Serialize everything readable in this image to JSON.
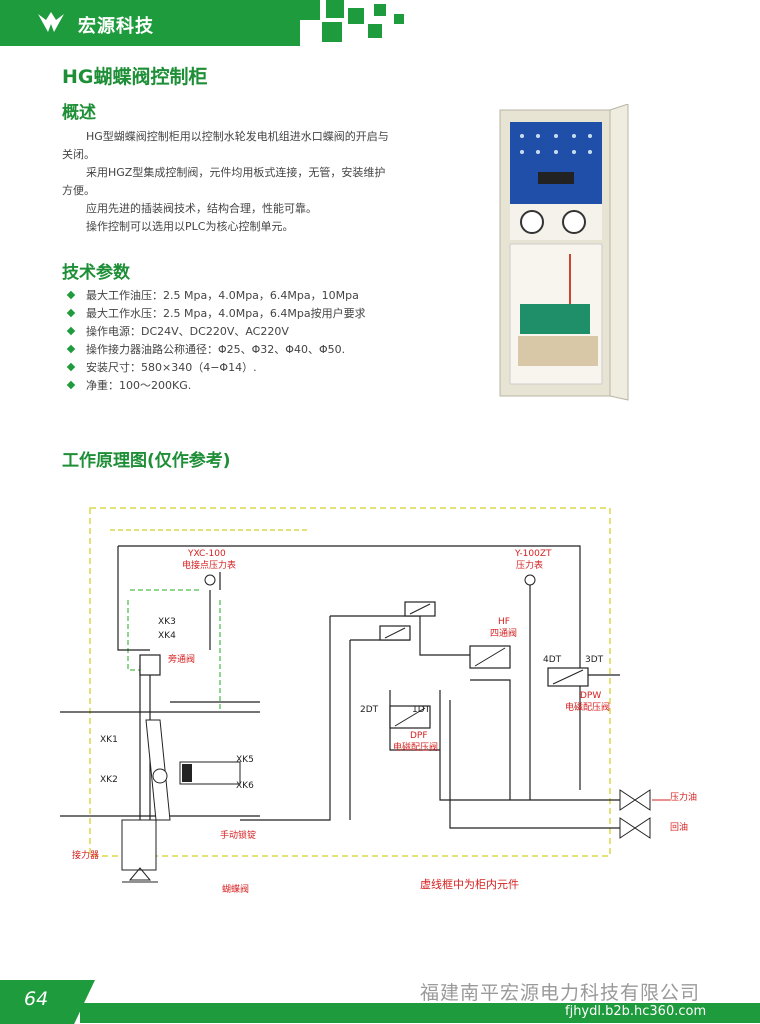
{
  "header": {
    "brand": "宏源科技"
  },
  "page_title": "HG蝴蝶阀控制柜",
  "overview": {
    "title": "概述",
    "paragraphs": [
      "HG型蝴蝶阀控制柜用以控制水轮发电机组进水口蝶阀的开启与关闭。",
      "采用HGZ型集成控制阀，元件均用板式连接，无管，安装维护方便。",
      "应用先进的插装阀技术，结构合理，性能可靠。",
      "操作控制可以选用以PLC为核心控制单元。"
    ]
  },
  "specs": {
    "title": "技术参数",
    "items": [
      "最大工作油压：2.5 Mpa，4.0Mpa，6.4Mpa，10Mpa",
      "最大工作水压：2.5 Mpa，4.0Mpa，6.4Mpa按用户要求",
      "操作电源：DC24V、DC220V、AC220V",
      "操作接力器油路公称通径：Φ25、Φ32、Φ40、Φ50.",
      "安装尺寸：580×340（4−Φ14）.",
      "净重：100～200KG."
    ]
  },
  "diagram": {
    "title": "工作原理图(仅作参考)",
    "labels": {
      "yxc": "YXC-100",
      "yxc_desc": "电接点压力表",
      "y100": "Y-100ZT",
      "y100_desc": "压力表",
      "hf": "HF",
      "hf_desc": "四通阀",
      "xk3": "XK3",
      "xk4": "XK4",
      "bypass": "旁通阀",
      "dt4": "4DT",
      "dt3": "3DT",
      "dpw": "DPW",
      "dpw_desc": "电磁配压阀",
      "dt2": "2DT",
      "dt1": "1DT",
      "dpf": "DPF",
      "dpf_desc": "电磁配压阀",
      "xk1": "XK1",
      "xk2": "XK2",
      "xk5": "XK5",
      "xk6": "XK6",
      "manual_lock": "手动锁锭",
      "actuator": "接力器",
      "butterfly": "蝴蝶阀",
      "pressure_oil": "压力油",
      "return_oil": "回油",
      "note": "虚线框中为柜内元件"
    }
  },
  "footer": {
    "page_number": "64",
    "company": "福建南平宏源电力科技有限公司",
    "watermark": "fjhydl.b2b.hc360.com"
  },
  "colors": {
    "brand_green": "#1e9b3c",
    "label_red": "#d62020",
    "dash_yellow": "#d8d84a",
    "dash_green": "#6cc86c"
  }
}
